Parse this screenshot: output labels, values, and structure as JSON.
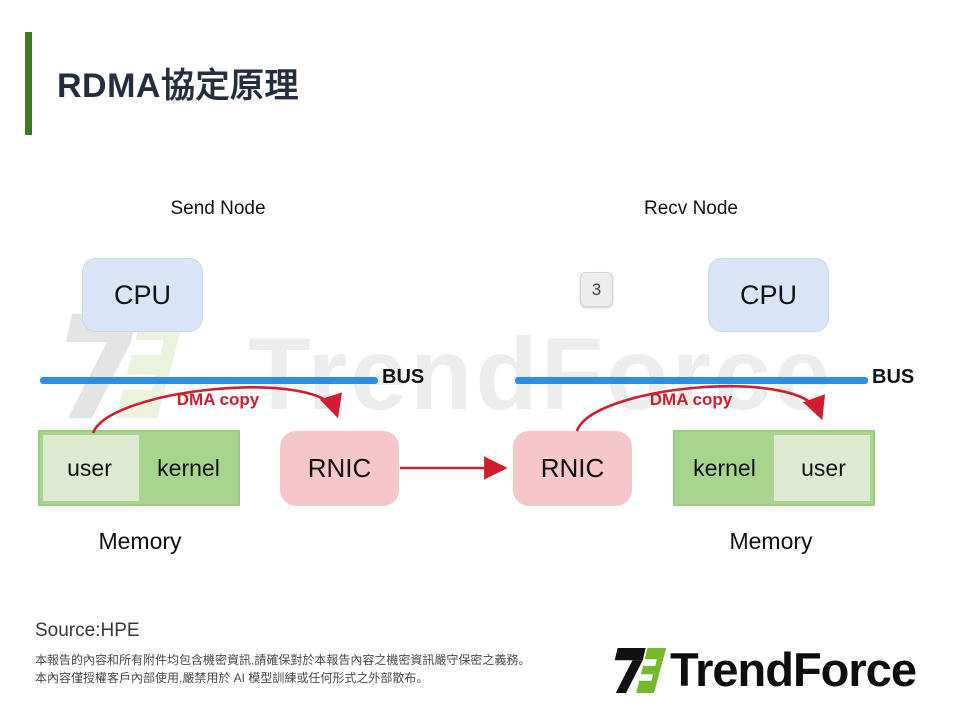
{
  "header": {
    "title": "RDMA協定原理"
  },
  "watermark": {
    "brand": "TrendForce"
  },
  "diagram": {
    "send": {
      "node_label": "Send Node",
      "cpu": "CPU",
      "bus": "BUS",
      "dma": "DMA copy",
      "mem_left": "user",
      "mem_right": "kernel",
      "memory": "Memory",
      "rnic": "RNIC"
    },
    "recv": {
      "node_label": "Recv Node",
      "step_badge": "3",
      "cpu": "CPU",
      "bus": "BUS",
      "dma": "DMA copy",
      "mem_left": "kernel",
      "mem_right": "user",
      "memory": "Memory",
      "rnic": "RNIC"
    }
  },
  "footer": {
    "source": "Source:HPE",
    "disclaimer1": "本報告的內容和所有附件均包含機密資訊,請確保對於本報告內容之機密資訊嚴守保密之義務。",
    "disclaimer2": "本內容僅授權客戶內部使用,嚴禁用於 AI 模型訓練或任何形式之外部散布。",
    "brand": "TrendForce"
  },
  "colors": {
    "accent_green": "#3e7b1e",
    "title_navy": "#242e3e",
    "bus_blue": "#2b8de4",
    "arrow_red": "#d11d2e",
    "cpu_fill": "#d9e5f6",
    "rnic_fill": "#f6c7ca",
    "mem_kernel_green": "#a8d48e",
    "mem_user_green": "#dcead2",
    "logo_green": "#76b82d",
    "watermark_gray": "#ededed"
  }
}
